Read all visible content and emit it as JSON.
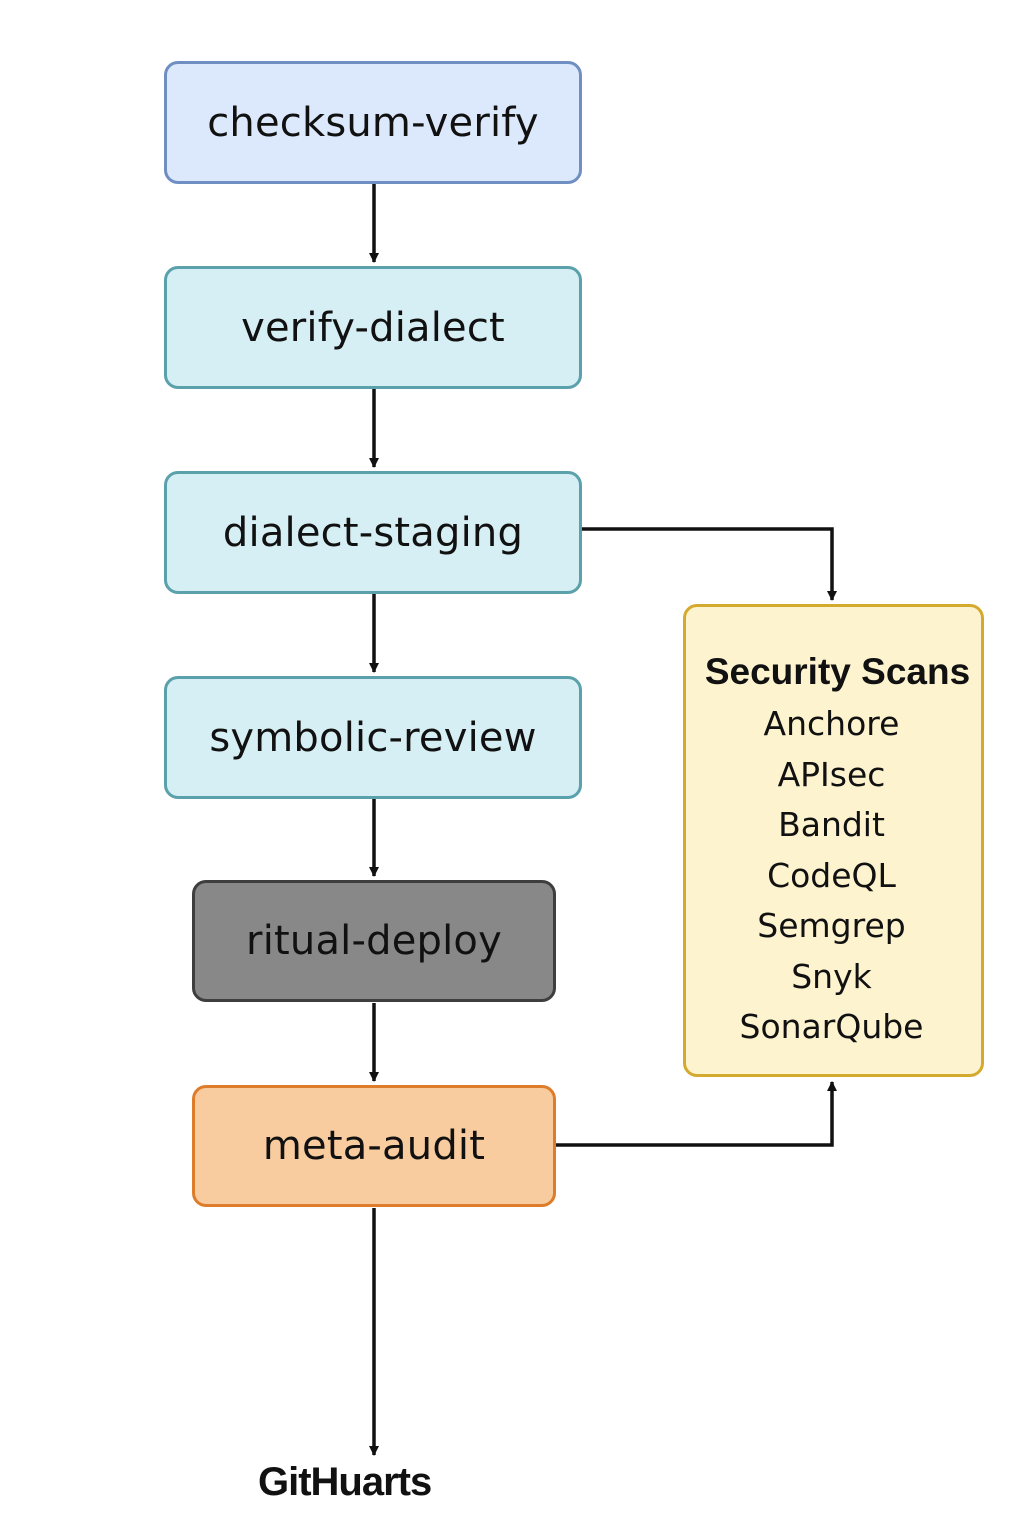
{
  "stages": {
    "checksum_verify": "checksum-verify",
    "verify_dialect": "verify-dialect",
    "dialect_staging": "dialect-staging",
    "symbolic_review": "symbolic-review",
    "ritual_deploy": "ritual-deploy",
    "meta_audit": "meta-audit"
  },
  "security_scans": {
    "title": "Security Scans",
    "tools": [
      "Anchore",
      "APIsec",
      "Bandit",
      "CodeQL",
      "Semgrep",
      "Snyk",
      "SonarQube"
    ]
  },
  "footer_logo": "GitHuarts",
  "colors": {
    "checksum_fill": "#dce8fb",
    "checksum_border": "#6f8fc3",
    "teal_fill": "#d6eff4",
    "teal_border": "#5aa1ab",
    "deploy_fill": "#888888",
    "deploy_border": "#3e3e3e",
    "audit_fill": "#f8cc9f",
    "audit_border": "#dd7d2c",
    "scans_fill": "#fdf3cf",
    "scans_border": "#d4aa2e",
    "arrow": "#111111"
  }
}
